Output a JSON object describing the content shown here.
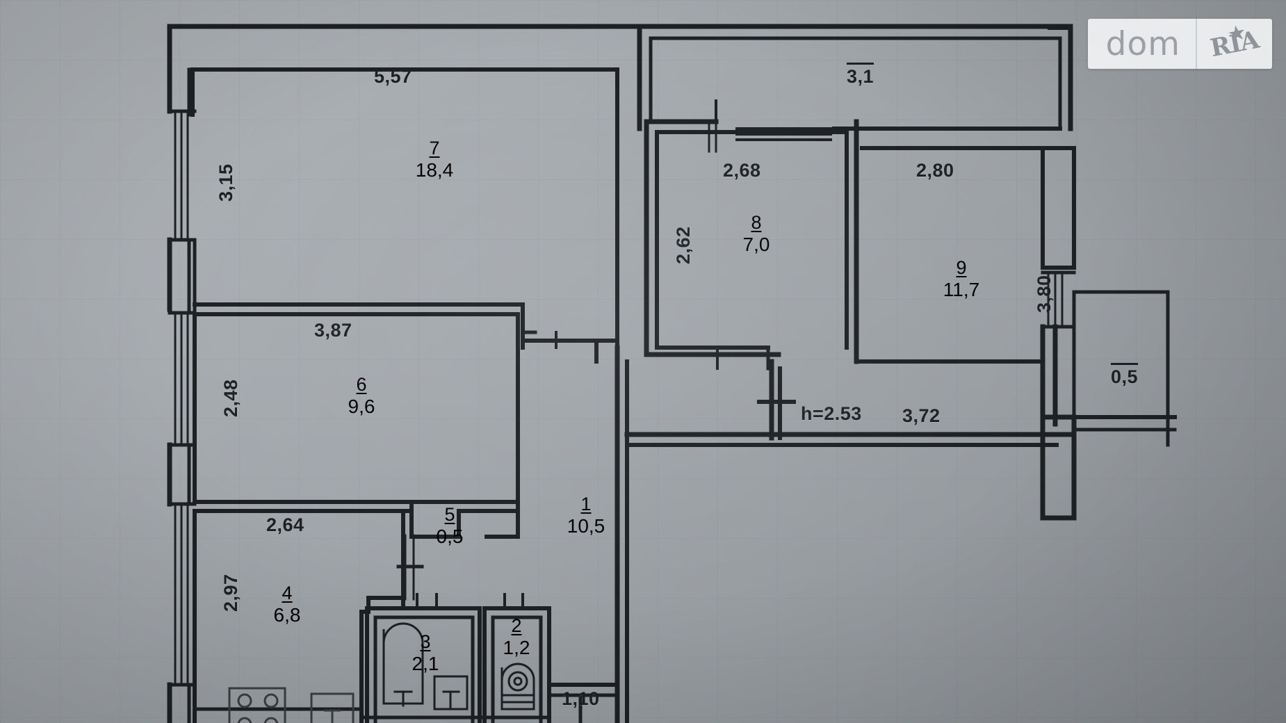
{
  "document": {
    "type": "apartment-floor-plan",
    "ceiling_height_label": "h=2.53"
  },
  "watermark": {
    "text_left": "dom",
    "text_right": "RIA",
    "star_icon": "star-icon"
  },
  "rooms": [
    {
      "number": "1",
      "area": "10,5",
      "name": "hallway"
    },
    {
      "number": "2",
      "area": "1,2",
      "name": "toilet"
    },
    {
      "number": "3",
      "area": "2,1",
      "name": "bathroom"
    },
    {
      "number": "4",
      "area": "6,8",
      "name": "kitchen"
    },
    {
      "number": "5",
      "area": "0,5",
      "name": "closet"
    },
    {
      "number": "6",
      "area": "9,6",
      "name": "room-6"
    },
    {
      "number": "7",
      "area": "18,4",
      "name": "living-room"
    },
    {
      "number": "8",
      "area": "7,0",
      "name": "room-8"
    },
    {
      "number": "9",
      "area": "11,7",
      "name": "room-9"
    }
  ],
  "balconies": [
    {
      "area": "3,1",
      "name": "balcony-top"
    },
    {
      "area": "0,5",
      "name": "balcony-right"
    }
  ],
  "dimensions": {
    "top_room7_width": "5,57",
    "room7_height": "3,15",
    "room6_width": "3,87",
    "room6_height": "2,48",
    "room4_width": "2,64",
    "room4_height": "2,97",
    "room8_width": "2,68",
    "room8_height": "2,62",
    "room9_width": "2,80",
    "room9_height": "3,80",
    "corridor_width": "3,72",
    "bottom_width": "1,10"
  },
  "fixtures": [
    {
      "name": "stove-icon"
    },
    {
      "name": "kitchen-sink-icon"
    },
    {
      "name": "bathtub-icon"
    },
    {
      "name": "bathroom-sink-icon"
    },
    {
      "name": "toilet-icon"
    }
  ],
  "colors": {
    "wall": "#1d2124",
    "paper": "#a3a8ad",
    "text": "#1d2124"
  }
}
